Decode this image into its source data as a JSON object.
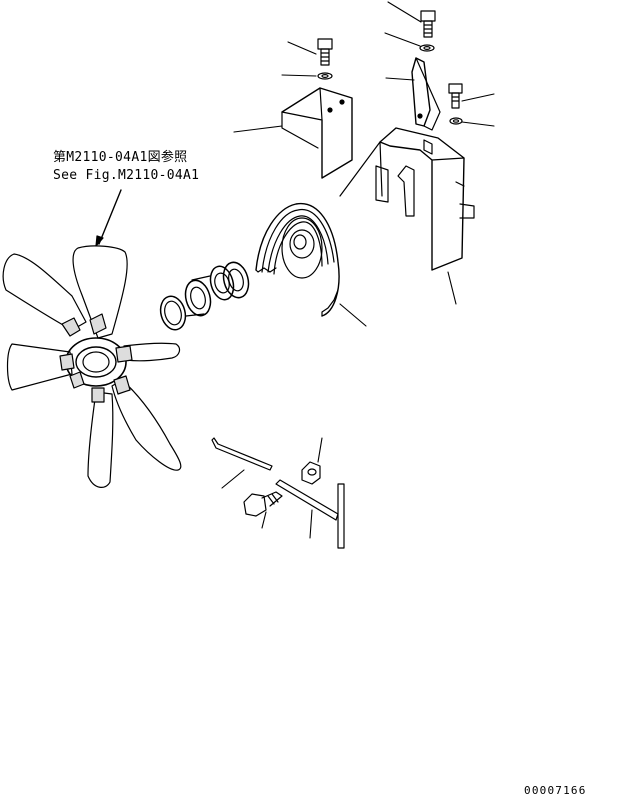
{
  "reference": {
    "japanese": "第M2110-04A1図参照",
    "english": "See Fig.M2110-04A1"
  },
  "drawing_number": "00007166",
  "colors": {
    "line": "#000000",
    "background": "#ffffff"
  }
}
